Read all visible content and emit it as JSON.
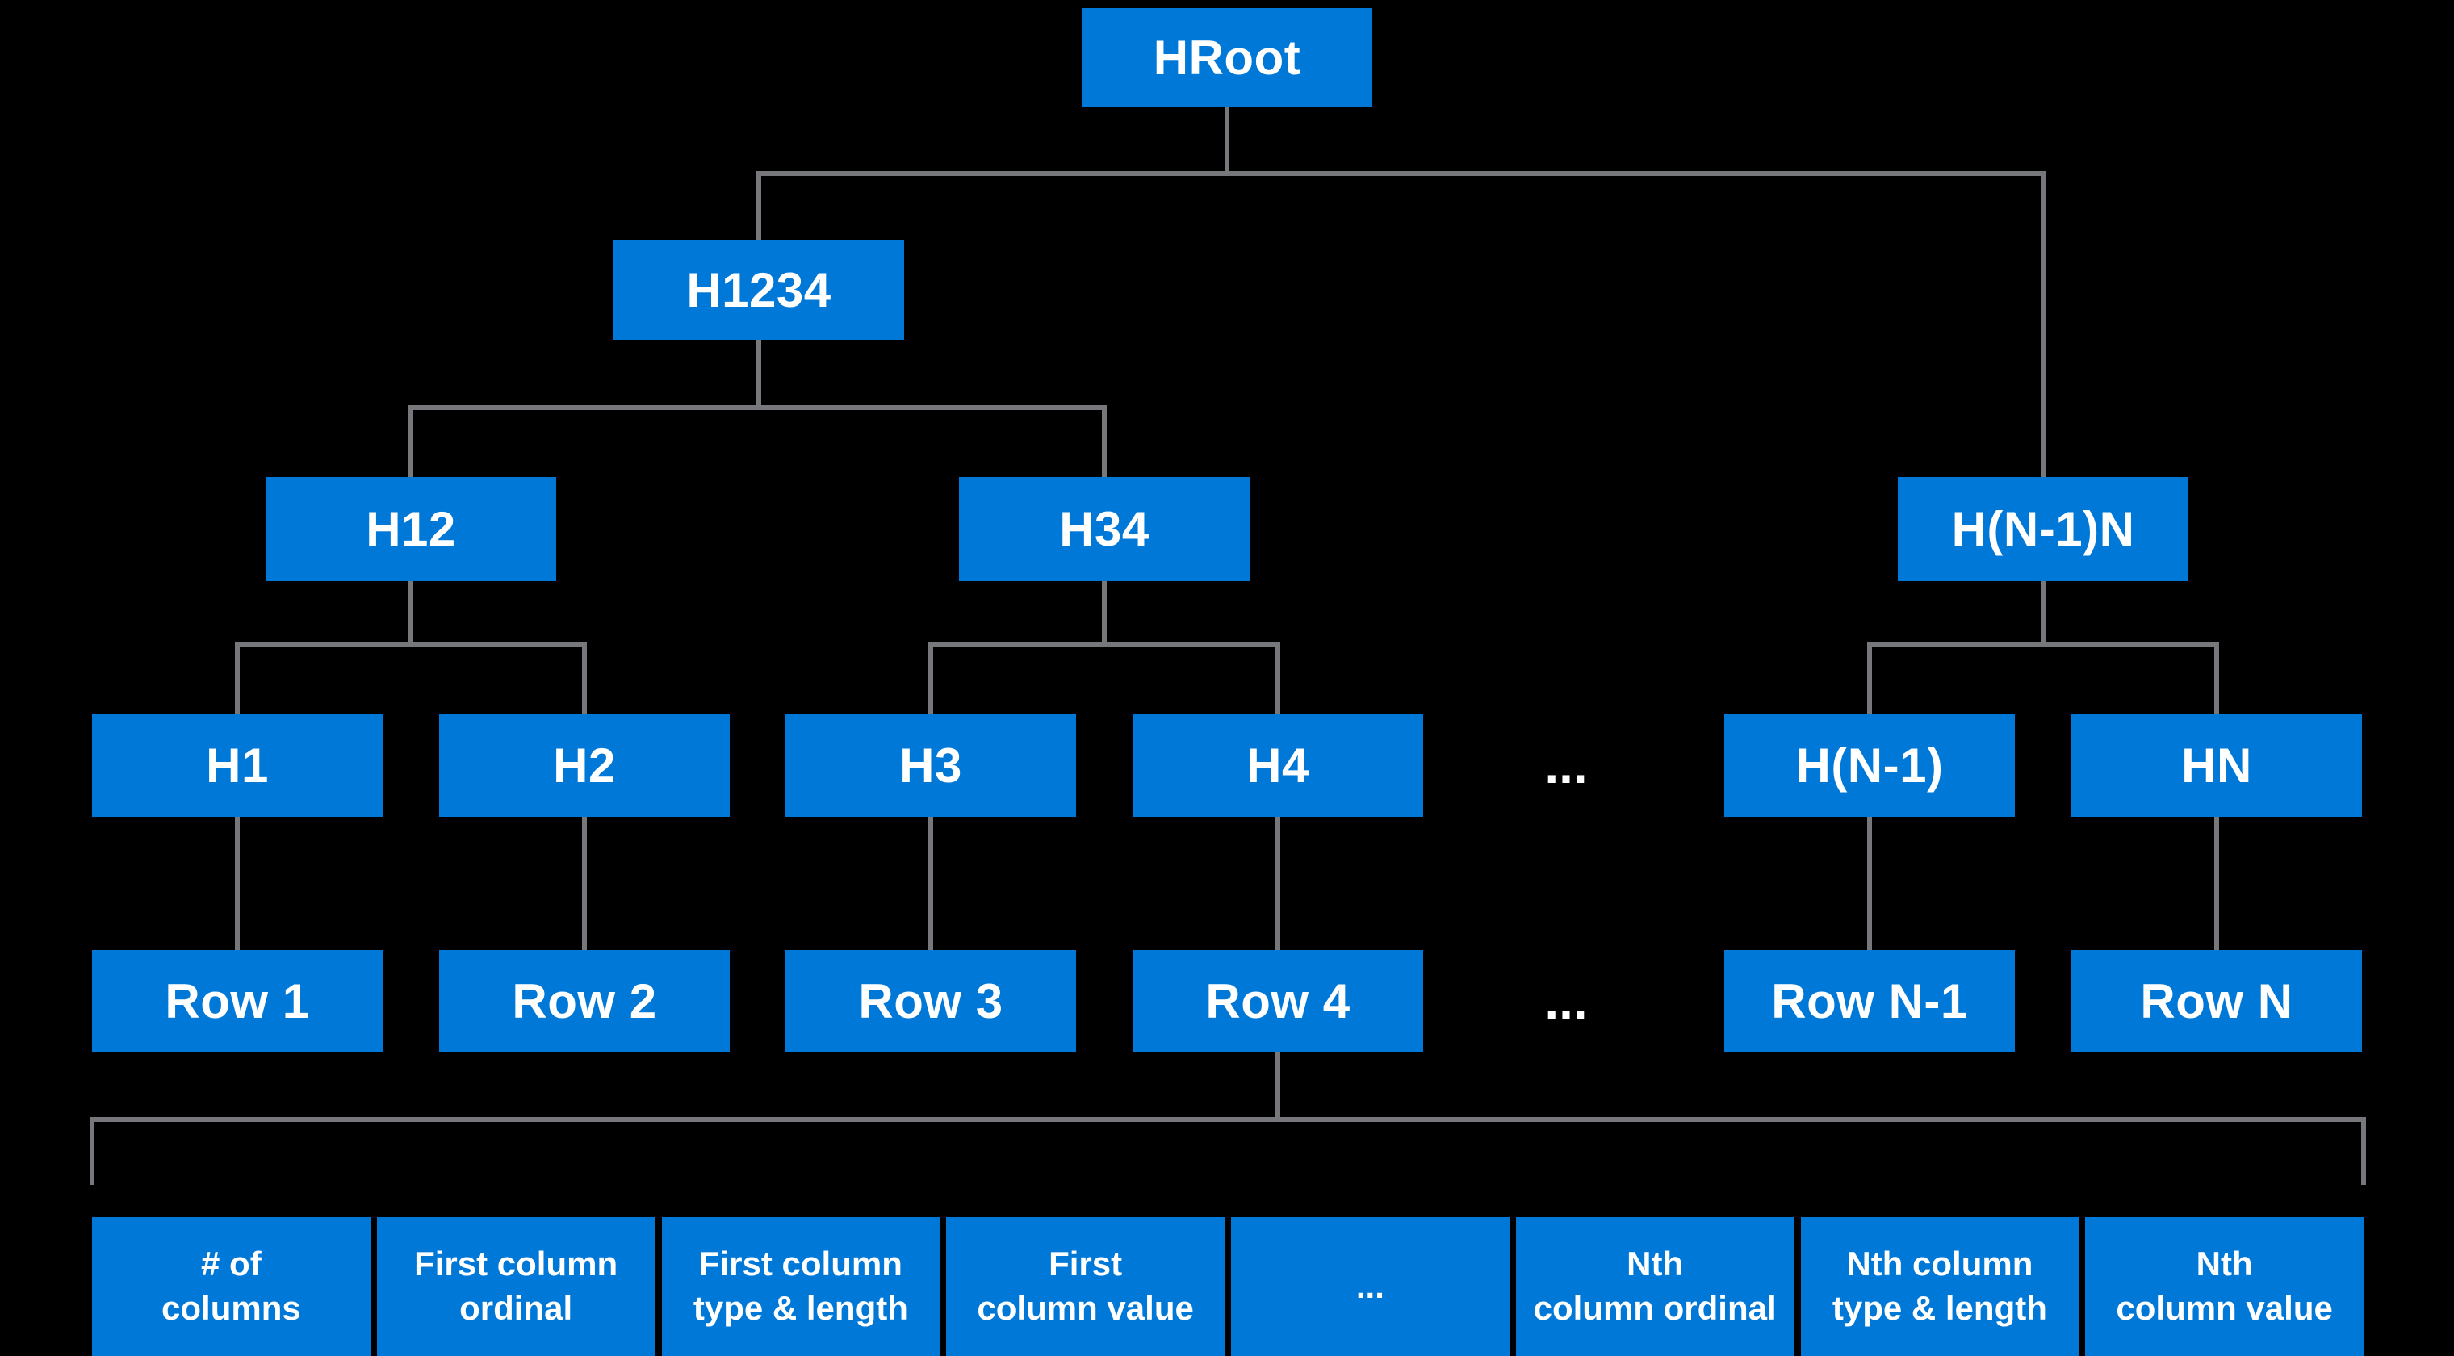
{
  "colors": {
    "background": "#000000",
    "node_fill": "#0078D7",
    "node_text": "#FFFFFF",
    "connector": "#77787B"
  },
  "nodes": {
    "hroot": "HRoot",
    "h1234": "H1234",
    "h12": "H12",
    "h34": "H34",
    "hn_minus1_n": "H(N-1)N",
    "h1": "H1",
    "h2": "H2",
    "h3": "H3",
    "h4": "H4",
    "hash_ellipsis": "...",
    "h_n_minus1": "H(N-1)",
    "hn": "HN",
    "row1": "Row 1",
    "row2": "Row 2",
    "row3": "Row 3",
    "row4": "Row 4",
    "row_ellipsis": "...",
    "row_n_minus1": "Row N-1",
    "row_n": "Row N"
  },
  "columns": [
    "# of\ncolumns",
    "First column\nordinal",
    "First column\ntype & length",
    "First\ncolumn value",
    "...",
    "Nth\ncolumn ordinal",
    "Nth column\ntype & length",
    "Nth\ncolumn value"
  ]
}
